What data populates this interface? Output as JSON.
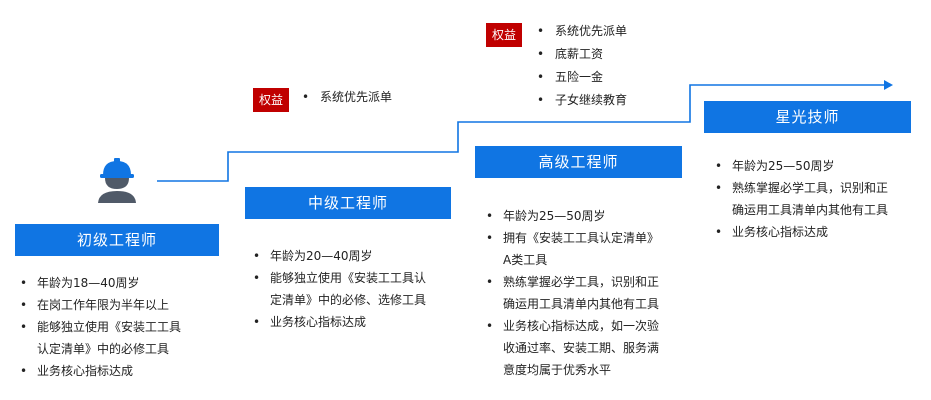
{
  "colors": {
    "accent": "#1075e3",
    "benefit_tag": "#c00000"
  },
  "levels": [
    {
      "title": "初级工程师",
      "qualifications": [
        "年龄为18—40周岁",
        "在岗工作年限为半年以上",
        "能够独立使用《安装工工具",
        "认定清单》中的必修工具",
        "业务核心指标达成"
      ]
    },
    {
      "title": "中级工程师",
      "benefit_tag": "权益",
      "benefits": [
        "系统优先派单"
      ],
      "qualifications": [
        "年龄为20—40周岁",
        "能够独立使用《安装工工具认",
        "定清单》中的必修、选修工具",
        "业务核心指标达成"
      ]
    },
    {
      "title": "高级工程师",
      "benefit_tag": "权益",
      "benefits": [
        "系统优先派单",
        "底薪工资",
        "五险一金",
        "子女继续教育"
      ],
      "qualifications": [
        "年龄为25—50周岁",
        "拥有《安装工工具认定清单》",
        "A类工具",
        "熟练掌握必学工具，识别和正",
        "确运用工具清单内其他有工具",
        "业务核心指标达成，如一次验",
        "收通过率、安装工期、服务满",
        "意度均属于优秀水平"
      ]
    },
    {
      "title": "星光技师",
      "qualifications": [
        "年龄为25—50周岁",
        "熟练掌握必学工具，识别和正",
        "确运用工具清单内其他有工具",
        "业务核心指标达成"
      ]
    }
  ]
}
